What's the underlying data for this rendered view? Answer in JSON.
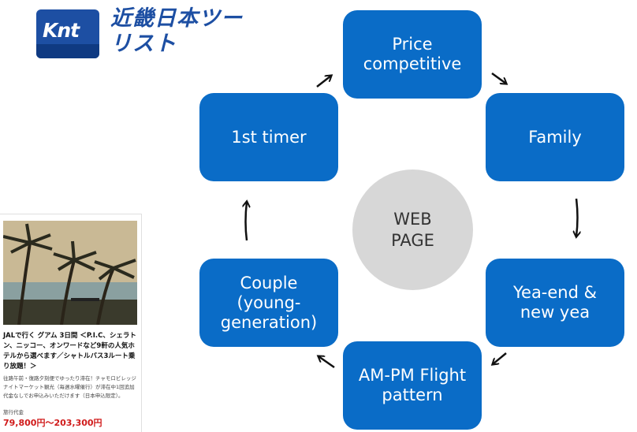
{
  "logo": {
    "mark": "Knt",
    "name": "近畿日本ツーリスト"
  },
  "diagram": {
    "center": "WEB\nPAGE",
    "nodes": [
      {
        "id": "price",
        "label": "Price\ncompetitive"
      },
      {
        "id": "family",
        "label": "Family"
      },
      {
        "id": "yearend",
        "label": "Yea-end &\nnew yea"
      },
      {
        "id": "ampm",
        "label": "AM-PM Flight\npattern"
      },
      {
        "id": "couple",
        "label": "Couple\n(young-\ngeneration)"
      },
      {
        "id": "first",
        "label": "1st timer"
      }
    ],
    "colors": {
      "box": "#0a6cc7",
      "center": "#d7d7d7",
      "arrow": "#111111"
    }
  },
  "card": {
    "title": "JALで行く グアム 3日間 ＜P.I.C、シェラトン、ニッコー、オンワードなど9軒の人気ホテルから選べます／シャトルバス3ルート乗り放題！＞",
    "description": "往路午前・復路夕刻便でゆったり滞在！チャモロビレッジナイトマーケット観光（毎週水曜催行）が滞在中1回追加代金なしでお申込みいただけます（日本申込限定）。",
    "price_label": "旅行代金",
    "price": "79,800円〜203,300円"
  }
}
